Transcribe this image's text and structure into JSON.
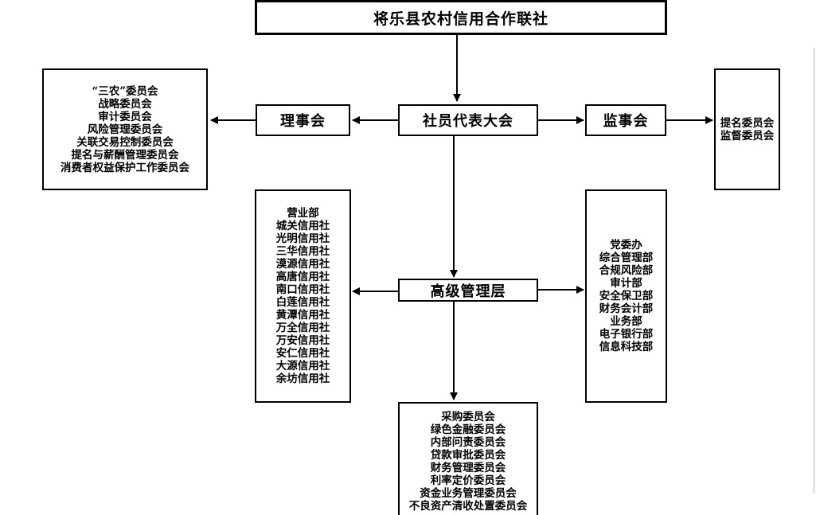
{
  "title": "将乐县农村信用合作联社",
  "nodes": {
    "assembly": "社员代表大会",
    "board": "理事会",
    "supervisory": "监事会",
    "management": "高级管理层"
  },
  "board_committees": [
    "“三农”委员会",
    "战略委员会",
    "审计委员会",
    "风险管理委员会",
    "关联交易控制委员会",
    "提名与薪酬管理委员会",
    "消费者权益保护工作委员会"
  ],
  "supervisory_committees": [
    "提名委员会",
    "监督委员会"
  ],
  "branches": [
    "营业部",
    "城关信用社",
    "光明信用社",
    "三华信用社",
    "漠源信用社",
    "高唐信用社",
    "南口信用社",
    "白莲信用社",
    "黄潭信用社",
    "万全信用社",
    "万安信用社",
    "安仁信用社",
    "大源信用社",
    "余坊信用社"
  ],
  "departments": [
    "党委办",
    "综合管理部",
    "合规风险部",
    "审计部",
    "安全保卫部",
    "财务会计部",
    "业务部",
    "电子银行部",
    "信息科技部"
  ],
  "management_committees": [
    "采购委员会",
    "绿色金融委员会",
    "内部问责委员会",
    "贷款审批委员会",
    "财务管理委员会",
    "利率定价委员会",
    "资金业务管理委员会",
    "不良资产清收处置委员会"
  ]
}
